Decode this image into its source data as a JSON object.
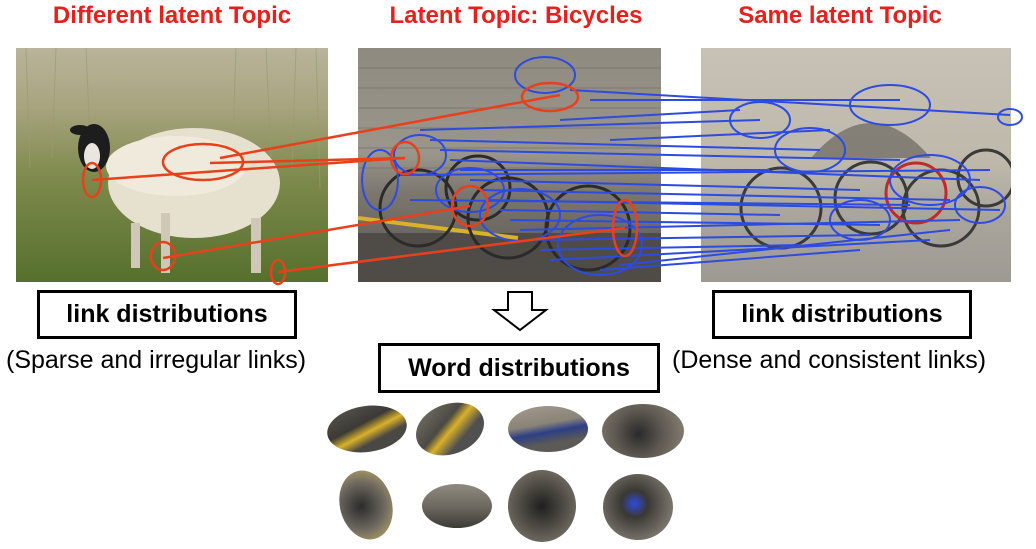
{
  "titles": {
    "left": "Different latent Topic",
    "center": "Latent Topic: Bicycles",
    "right": "Same latent Topic"
  },
  "boxes": {
    "left": "link distributions",
    "right": "link distributions",
    "center": "Word distributions"
  },
  "captions": {
    "left": "(Sparse and irregular links)",
    "right": "(Dense and consistent links)"
  },
  "colors": {
    "title_red": "#e8201b",
    "link_red": "#e8401b",
    "link_blue": "#2d4be0"
  },
  "icons": {
    "arrow": "down-arrow-icon"
  }
}
